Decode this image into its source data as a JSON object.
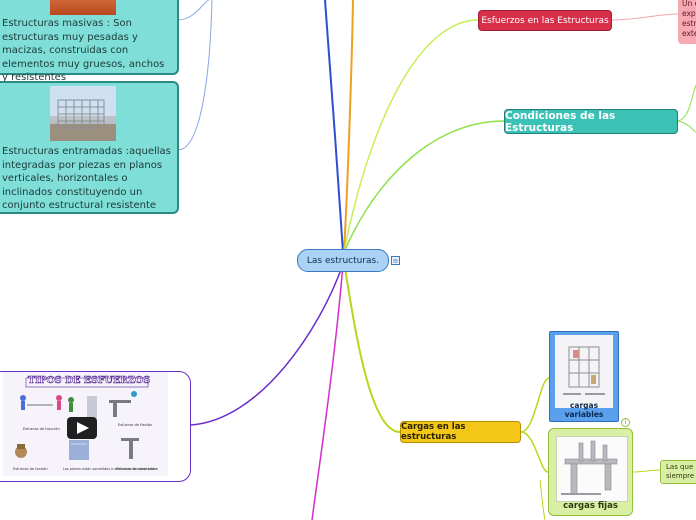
{
  "center": {
    "label": "Las estructuras."
  },
  "esfuerzos": {
    "label": "Esfuerzos en las Estructuras",
    "note_lines": [
      "Un e",
      "expe",
      "estr",
      "exte"
    ]
  },
  "condiciones": {
    "label": "Condiciones de las Estructuras"
  },
  "cargas": {
    "label": "Cargas en las estructuras",
    "variables_label": "cargas variables",
    "fijas_label": "cargas fijas",
    "fijas_note_lines": [
      "Las que",
      "siempre"
    ]
  },
  "tipos": {
    "masivas": "Estructuras masivas : Son estructuras muy pesadas y macizas, construidas con elementos muy gruesos, anchos y resistentes",
    "entramadas": "Estructuras entramadas :aquellas integradas por piezas en planos verticales, horizontales o inclinados constituyendo un conjunto estructural resistente"
  },
  "video": {
    "title": "TIPOS DE ESFUERZOS",
    "labels": [
      "Esfuerzo de tracción",
      "Esfuerzo de flexión",
      "Esfuerzo de torsión",
      "Los planos están sometidos a esfuerzos de compresión",
      "Esfuerzo de cizalladura"
    ]
  },
  "colors": {
    "teal": "#7fded8",
    "red": "#d8304a",
    "yellow": "#f3c718",
    "green": "#d9f0a4",
    "blue_line": "#2f4fd0",
    "orange_line": "#f0a020",
    "purple_line": "#6a2fc9",
    "magenta_line": "#d62ccf"
  }
}
